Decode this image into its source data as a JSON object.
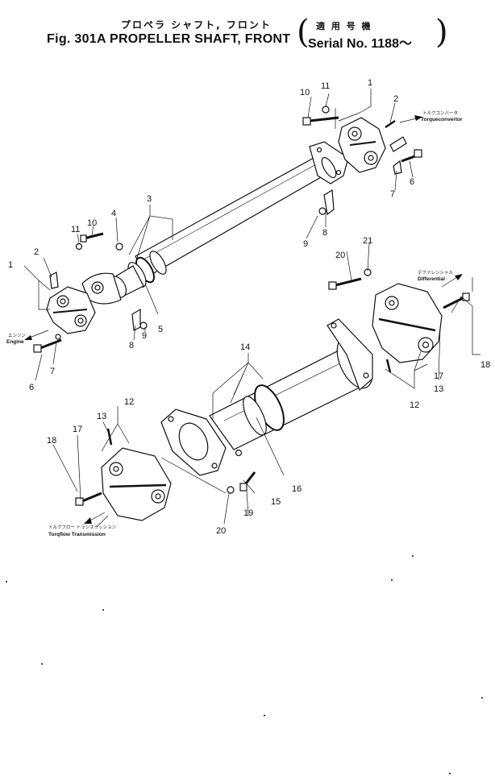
{
  "header": {
    "title_jp": "プロペラ シャフト, フロント",
    "title_en": "Fig. 301A  PROPELLER SHAFT, FRONT",
    "serial_jp": "適 用 号 機",
    "serial_en": "Serial No.  1188～"
  },
  "callouts": {
    "upper": [
      "1",
      "2",
      "3",
      "4",
      "5",
      "6",
      "7",
      "8",
      "9",
      "10",
      "11",
      "1",
      "2",
      "6",
      "7",
      "8",
      "9",
      "10",
      "11"
    ],
    "lower": [
      "12",
      "13",
      "14",
      "15",
      "16",
      "17",
      "18",
      "19",
      "20",
      "12",
      "13",
      "17",
      "18",
      "20",
      "21"
    ]
  },
  "labels": {
    "torque_jp": "トルクコンバータ",
    "torque_en": "Torqueconvertor",
    "engine_jp": "エンジン",
    "engine_en": "Engine",
    "diff_jp": "デファレンシャル",
    "diff_en": "Differential",
    "trans_jp": "トルクフロー トランスミッション",
    "trans_en": "Torqflow Transmission"
  }
}
